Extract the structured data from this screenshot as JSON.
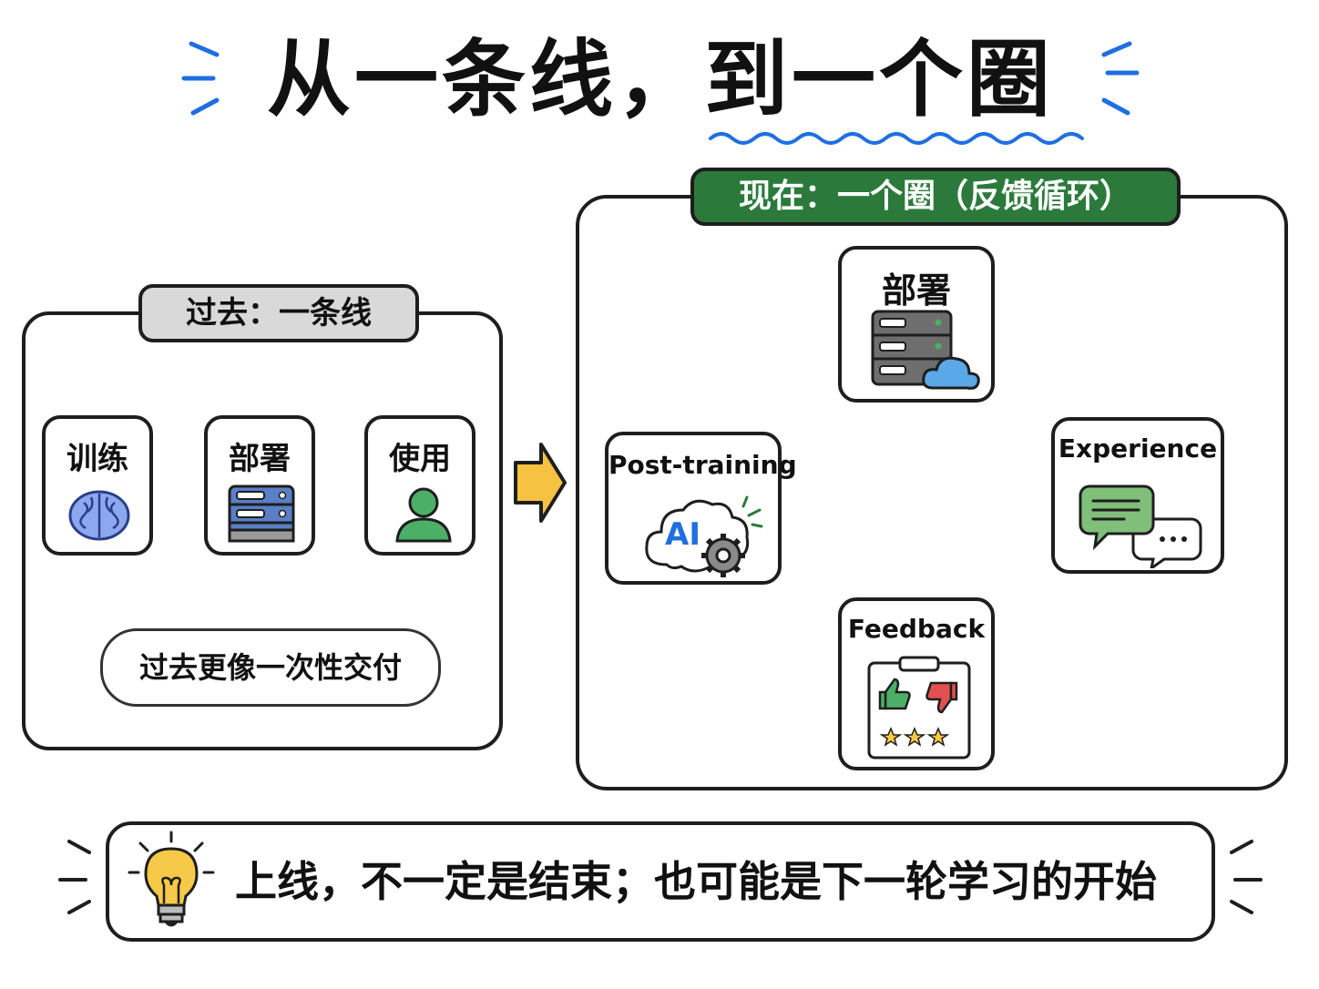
{
  "title": "从一条线，到一个圈",
  "past": {
    "tag": "过去：一条线",
    "steps": [
      "训练",
      "部署",
      "使用"
    ],
    "note": "过去更像一次性交付"
  },
  "now": {
    "tag": "现在：一个圈（反馈循环）",
    "deploy": "部署",
    "experience": "Experience",
    "feedback": "Feedback",
    "post_training": "Post-training",
    "ai_text": "AI"
  },
  "bottom": {
    "text": "上线，不一定是结束；也可能是下一轮学习的开始"
  },
  "colors": {
    "green": "#2b7a3b",
    "blue": "#1f6fe0",
    "gray_tag": "#d9d9d9",
    "arrow_yellow": "#f5c242",
    "bulb_yellow": "#f7c948"
  },
  "icons": [
    "brain-icon",
    "server-icon",
    "user-icon",
    "server-cloud-icon",
    "chat-bubbles-icon",
    "clipboard-rating-icon",
    "ai-cloud-gear-icon",
    "lightbulb-icon"
  ]
}
